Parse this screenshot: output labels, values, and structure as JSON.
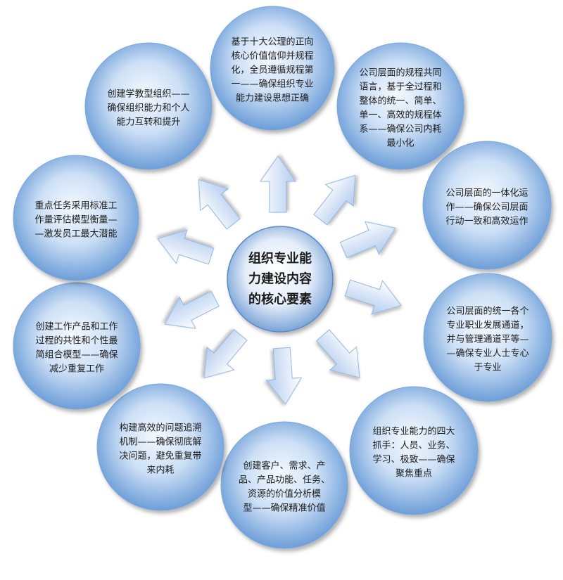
{
  "center": {
    "lines": [
      "组织专业能",
      "力建设内容",
      "的核心要素"
    ]
  },
  "nodes": [
    {
      "lines": [
        "基于十大公理的正向",
        "核心价值信仰并规程",
        "化，全员遵循规程第",
        "一——确保组织专业",
        "能力建设思想正确"
      ]
    },
    {
      "lines": [
        "公司层面的规程共同",
        "语言，基于全过程和",
        "整体的统一、简单、",
        "单一、高效的规程体",
        "系——确保公司内耗",
        "最小化"
      ]
    },
    {
      "lines": [
        "公司层面的一体化运",
        "作——确保公司层面",
        "行动一致和高效运作"
      ]
    },
    {
      "lines": [
        "公司层面的统一各个",
        "专业职业发展通道，",
        "并与管理通道平等—",
        "—确保专业人士专心",
        "于专业"
      ]
    },
    {
      "lines": [
        "组织专业能力的四大",
        "抓手：人员、业务、",
        "学习、极致——确保",
        "聚焦重点"
      ]
    },
    {
      "lines": [
        "创建客户、需求、产",
        "品、产品功能、任务、",
        "资源的价值分析模",
        "型——确保精准价值"
      ]
    },
    {
      "lines": [
        "构建高效的问题追溯",
        "机制——确保彻底解",
        "决问题，避免重复带",
        "来内耗"
      ]
    },
    {
      "lines": [
        "创建工作产品和工作",
        "过程的共性和个性最",
        "简组合模型——确保",
        "减少重复工作"
      ]
    },
    {
      "lines": [
        "重点任务采用标准工",
        "作量评估模型衡量—",
        "—激发员工最大潜能"
      ]
    },
    {
      "lines": [
        "创建学教型组织——",
        "确保组织能力和个人",
        "能力互转和提升"
      ]
    }
  ],
  "colors": {
    "node_center": "#f3f8fe",
    "node_mid": "#cde0f6",
    "node_edge": "#6d9ed8",
    "node_stroke": "#7ba7dc",
    "core_center": "#ffffff",
    "core_mid": "#e4edf9",
    "core_edge": "#7aa4d8",
    "core_stroke": "#5a8bc9",
    "arrow_light": "#ffffff",
    "arrow_dark": "#b2ccee",
    "arrow_stroke": "#93b6e0",
    "text": "#1b1b1b"
  }
}
